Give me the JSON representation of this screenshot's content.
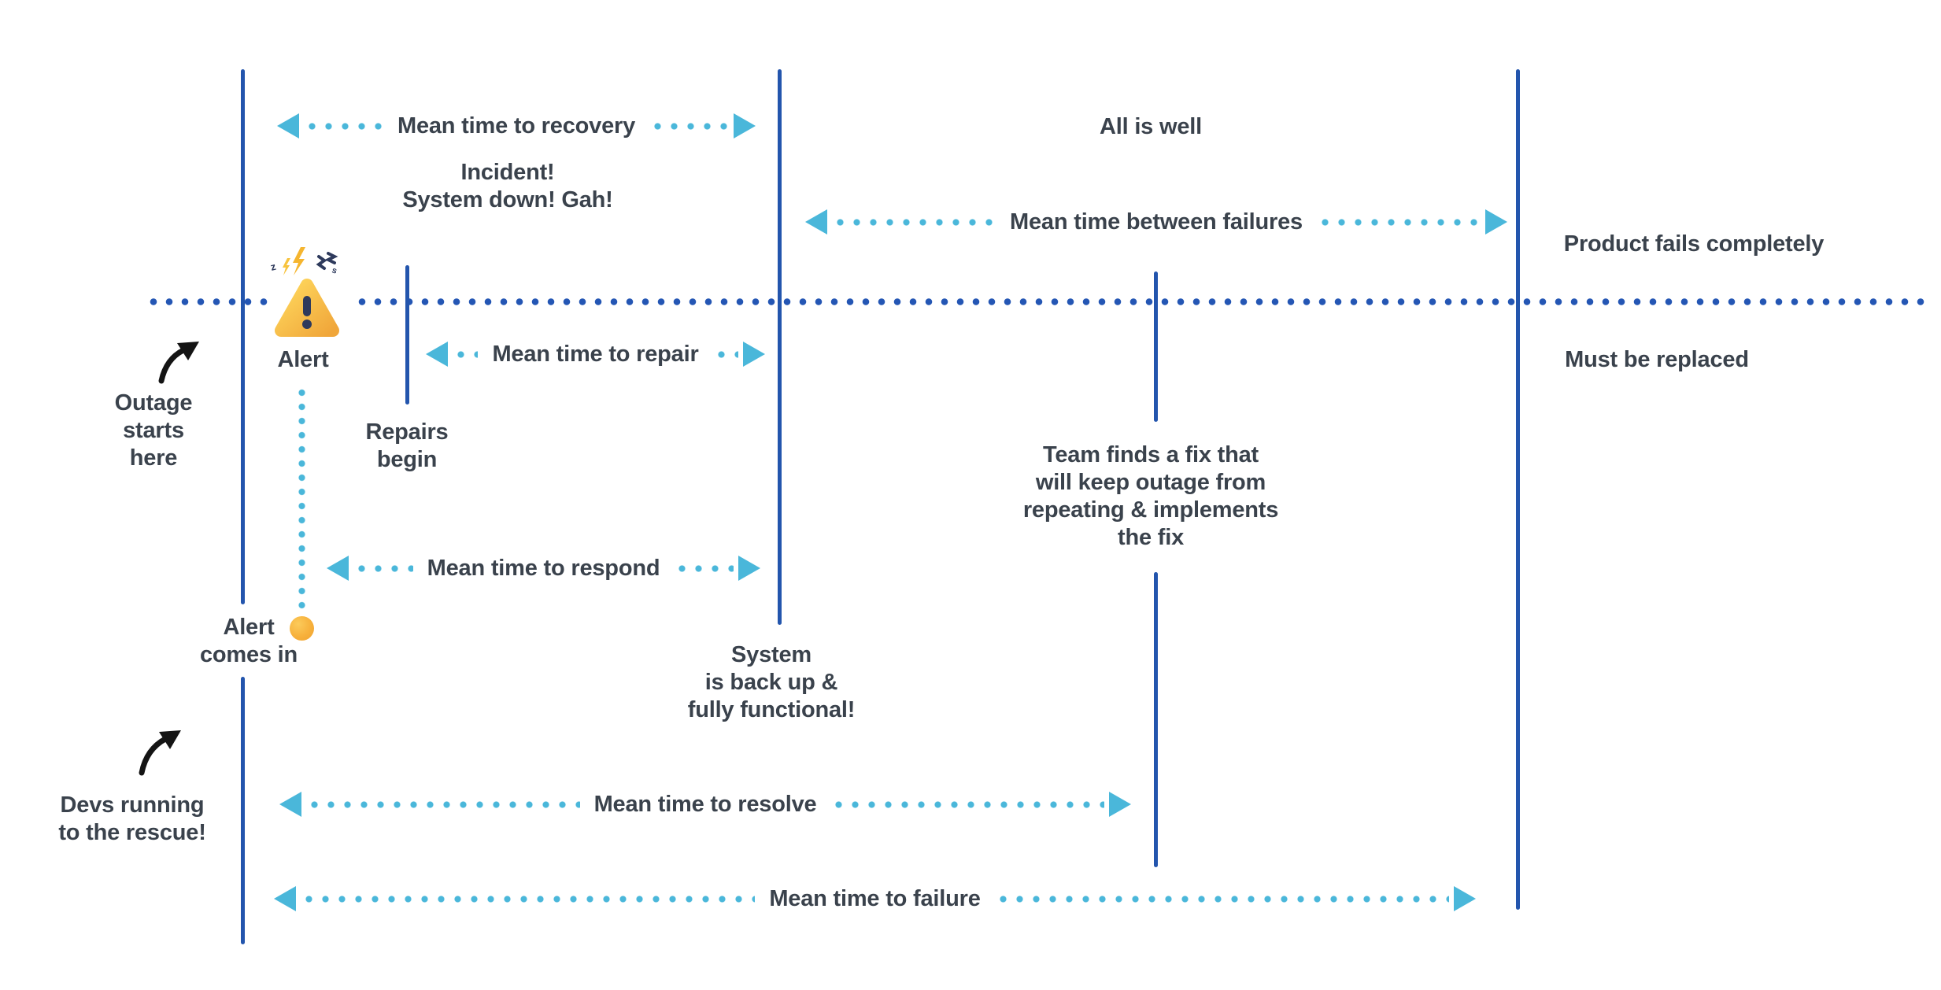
{
  "colors": {
    "timeline_navy": "#2355ad",
    "dotted_navy": "#2456b4",
    "arrow_sky_blue": "#4ab7da",
    "text_ink": "#3a424c",
    "curved_arrow_black": "#141414",
    "alert_yellow": "#ffd556",
    "alert_orange": "#f2a93c",
    "exclamation_navy": "#2e3a5c"
  },
  "metrics": [
    {
      "id": "recovery",
      "label": "Mean time to recovery"
    },
    {
      "id": "between_failures",
      "label": "Mean time between failures"
    },
    {
      "id": "repair",
      "label": "Mean time to repair"
    },
    {
      "id": "respond",
      "label": "Mean time to respond"
    },
    {
      "id": "resolve",
      "label": "Mean time to resolve"
    },
    {
      "id": "failure",
      "label": "Mean time to failure"
    }
  ],
  "annotations": {
    "incident": "Incident!\nSystem down! Gah!",
    "all_is_well": "All is well",
    "product_fails": "Product fails completely",
    "must_be_replaced": "Must be replaced",
    "alert": "Alert",
    "outage": "Outage\nstarts\nhere",
    "repairs_begin": "Repairs\nbegin",
    "team_fix": "Team finds a fix that\nwill keep outage from\nrepeating & implements\nthe fix",
    "alert_comes_in": "Alert\ncomes in",
    "system_back": "System\nis back up &\nfully functional!",
    "devs": "Devs running\nto the rescue!"
  },
  "icons": {
    "warning": "warning-triangle-icon",
    "alert_point": "orange-dot-icon",
    "outage_pointer": "curved-arrow-icon",
    "devs_pointer": "curved-arrow-icon"
  }
}
